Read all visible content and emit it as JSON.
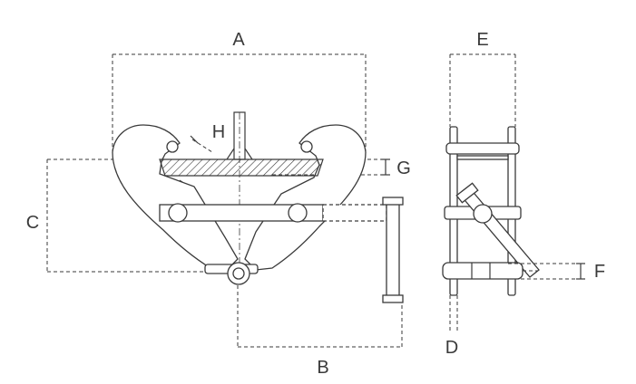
{
  "diagram": {
    "labels": {
      "A": "A",
      "B": "B",
      "C": "C",
      "D": "D",
      "E": "E",
      "F": "F",
      "G": "G",
      "H": "H"
    },
    "colors": {
      "line": "#3a3a3a",
      "background": "#ffffff"
    }
  }
}
